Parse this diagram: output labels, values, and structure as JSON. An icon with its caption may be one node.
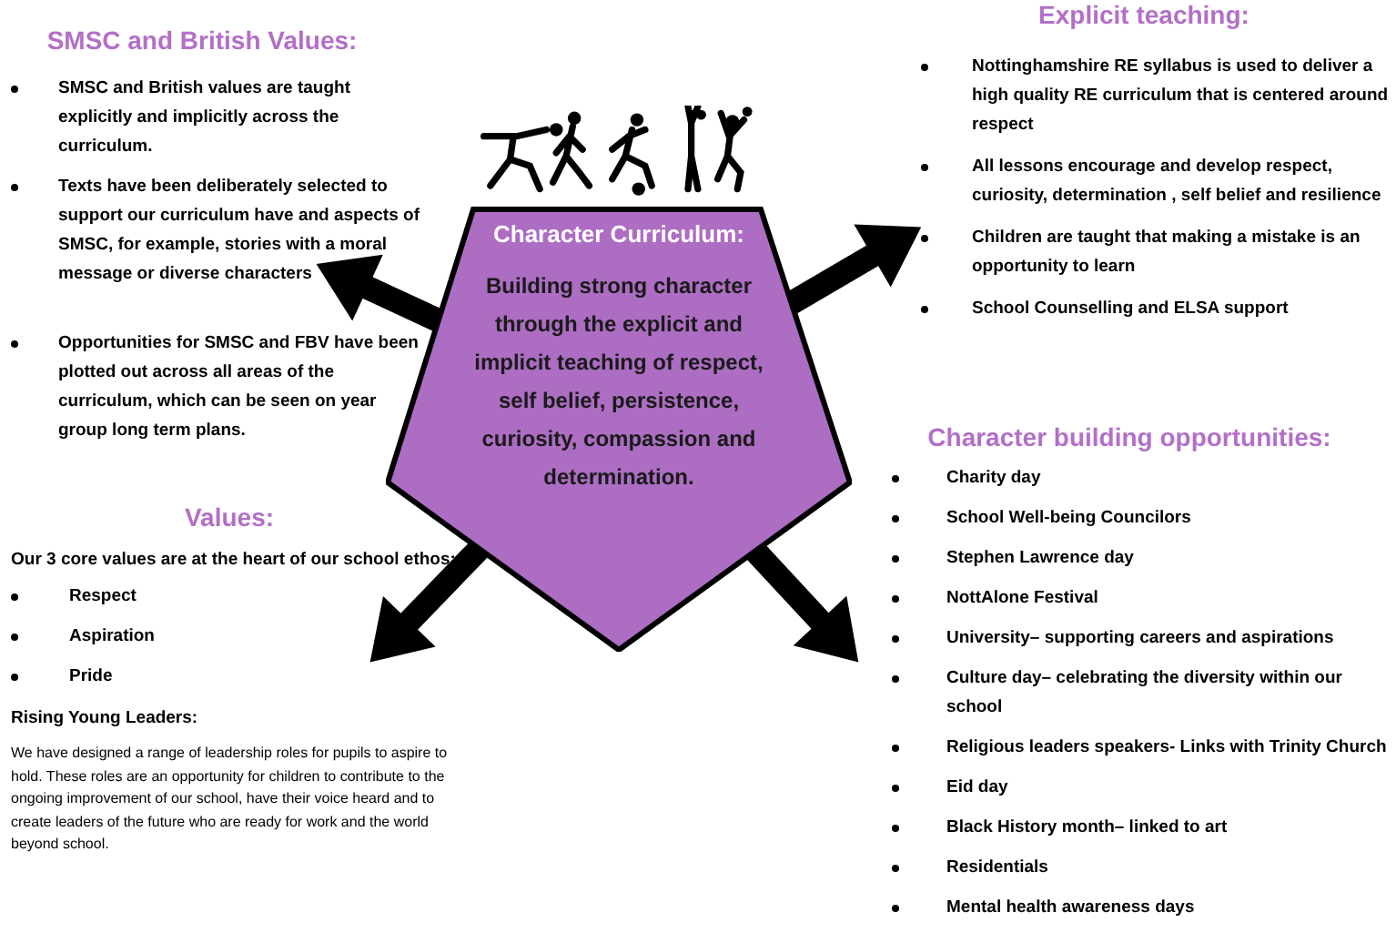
{
  "diagram": {
    "nodes": [
      {
        "text": [
          "Character Curriculum:",
          "Building strong character through the explicit and implicit teaching of respect, self belief, persistence, curiosity, compassion and determination."
        ]
      },
      {
        "text": [
          "SMSC and British Values:",
          "SMSC and British values are taught explicitly and implicitly across the curriculum.",
          "Texts have been deliberately selected to support our curriculum have and aspects of SMSC, for example, stories with a moral message or diverse characters",
          "Opportunities for SMSC and FBV have been plotted out across all areas of the curriculum, which can be seen on year group long term plans."
        ]
      },
      {
        "text": [
          "Explicit teaching:",
          "Nottinghamshire RE syllabus is used to deliver a high quality RE curriculum that is centered around respect",
          "All lessons encourage and develop respect, curiosity, determination , self belief and resilience",
          "Children are taught that making a mistake is an opportunity to learn",
          "School Counselling and ELSA support"
        ]
      },
      {
        "text": [
          "Values:",
          "Our 3 core values are at the heart of our school ethos:",
          "Respect",
          "Aspiration",
          "Pride",
          "Rising Young Leaders:",
          "We have designed a range of leadership roles for pupils to aspire to hold. These roles are an opportunity for children to contribute to the ongoing improvement of our school, have their voice heard and to create leaders of the future who are ready for work and the  world beyond school."
        ]
      },
      {
        "text": [
          "Character building opportunities:",
          "Charity day",
          "School Well-being Councilors",
          "Stephen Lawrence day",
          "NottAlone Festival",
          "University– supporting careers and aspirations",
          "Culture day– celebrating the diversity within our school",
          "Religious leaders speakers- Links with Trinity Church",
          "Eid day",
          "Black History month– linked to art",
          "Residentials",
          "Mental health awareness days"
        ]
      }
    ],
    "edges": [
      {
        "from": 0,
        "to": 1,
        "arrow": "to"
      },
      {
        "from": 0,
        "to": 2,
        "arrow": "to"
      },
      {
        "from": 0,
        "to": 3,
        "arrow": "to"
      },
      {
        "from": 0,
        "to": 4,
        "arrow": "to"
      }
    ]
  }
}
